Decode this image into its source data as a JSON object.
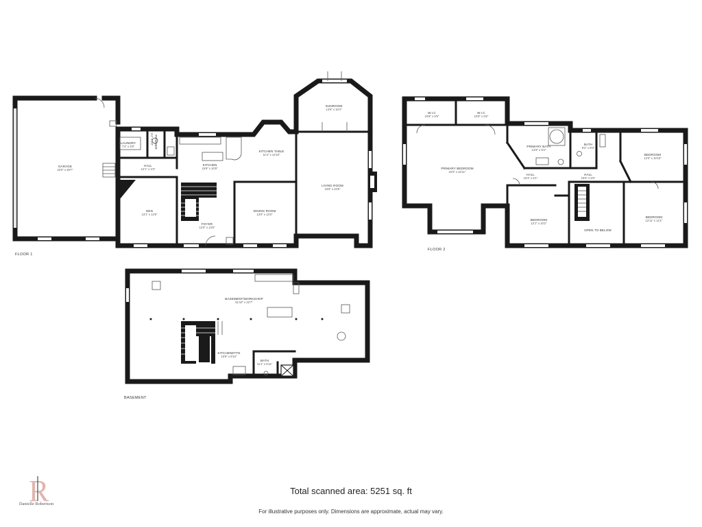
{
  "floors": {
    "floor1": "FLOOR 1",
    "floor2": "FLOOR 2",
    "basement": "BASEMENT"
  },
  "rooms": {
    "garage": {
      "name": "GARAGE",
      "dim": "22'0\" x 29'7\""
    },
    "laundry": {
      "name": "LAUNDRY",
      "dim": "7'4\" x 3'9\""
    },
    "powder": {
      "name": "POWDER",
      "dim": "5'4\" x 3'3\""
    },
    "hall1": {
      "name": "HALL",
      "dim": "12'1\" x 4'3\""
    },
    "kitchen": {
      "name": "KITCHEN",
      "dim": "15'9\" x 10'9\""
    },
    "kitchen_table": {
      "name": "KITCHEN TABLE",
      "dim": "11'4\" x 12'10\""
    },
    "sunroom": {
      "name": "SUNROOM",
      "dim": "14'6\" x 10'4\""
    },
    "living_room": {
      "name": "LIVING ROOM",
      "dim": "15'8\" x 24'5\""
    },
    "den": {
      "name": "DEN",
      "dim": "13'1\" x 14'5\""
    },
    "foyer": {
      "name": "FOYER",
      "dim": "12'0\" x 13'6\""
    },
    "dining_room": {
      "name": "DINING ROOM",
      "dim": "13'0\" x 13'3\""
    },
    "wic1": {
      "name": "W.I.C",
      "dim": "10'8\" x 5'5\""
    },
    "wic2": {
      "name": "W.I.C",
      "dim": "10'8\" x 5'5\""
    },
    "primary_bedroom": {
      "name": "PRIMARY BEDROOM",
      "dim": "22'0\" x 22'11\""
    },
    "primary_bath": {
      "name": "PRIMARY BATH",
      "dim": "12'9\" x 9'4\""
    },
    "bath2": {
      "name": "BATH",
      "dim": "9'2\" x 8'3\""
    },
    "bedroom_ne": {
      "name": "BEDROOM",
      "dim": "13'3\" x 10'10\""
    },
    "hall2a": {
      "name": "HALL",
      "dim": "10'4\" x 6'1\""
    },
    "hall2b": {
      "name": "HALL",
      "dim": "16'5\" x 6'5\""
    },
    "bedroom_sw": {
      "name": "BEDROOM",
      "dim": "12'1\" x 10'2\""
    },
    "open_to_below": {
      "name": "OPEN TO BELOW",
      "dim": ""
    },
    "bedroom_se": {
      "name": "BEDROOM",
      "dim": "12'11\" x 12'1\""
    },
    "basement_workshop": {
      "name": "BASEMENT/WORKSHOP",
      "dim": "51'10\" x 22'7\""
    },
    "kitchenette": {
      "name": "KITCHENETTE",
      "dim": "10'8\" x 8'10\""
    },
    "bath_basement": {
      "name": "BATH",
      "dim": "11'1\" x 5'11\""
    }
  },
  "footer": {
    "total": "Total scanned area: 5251 sq. ft",
    "disclaimer": "For illustrative purposes only. Dimensions are approximate, actual may vary.",
    "logo_letter": "R",
    "brand": "Danielle Robertson"
  },
  "colors": {
    "wall": "#1a1a1a",
    "logo_accent": "#e0b6ad",
    "logo_dark": "#4a4a4a"
  }
}
